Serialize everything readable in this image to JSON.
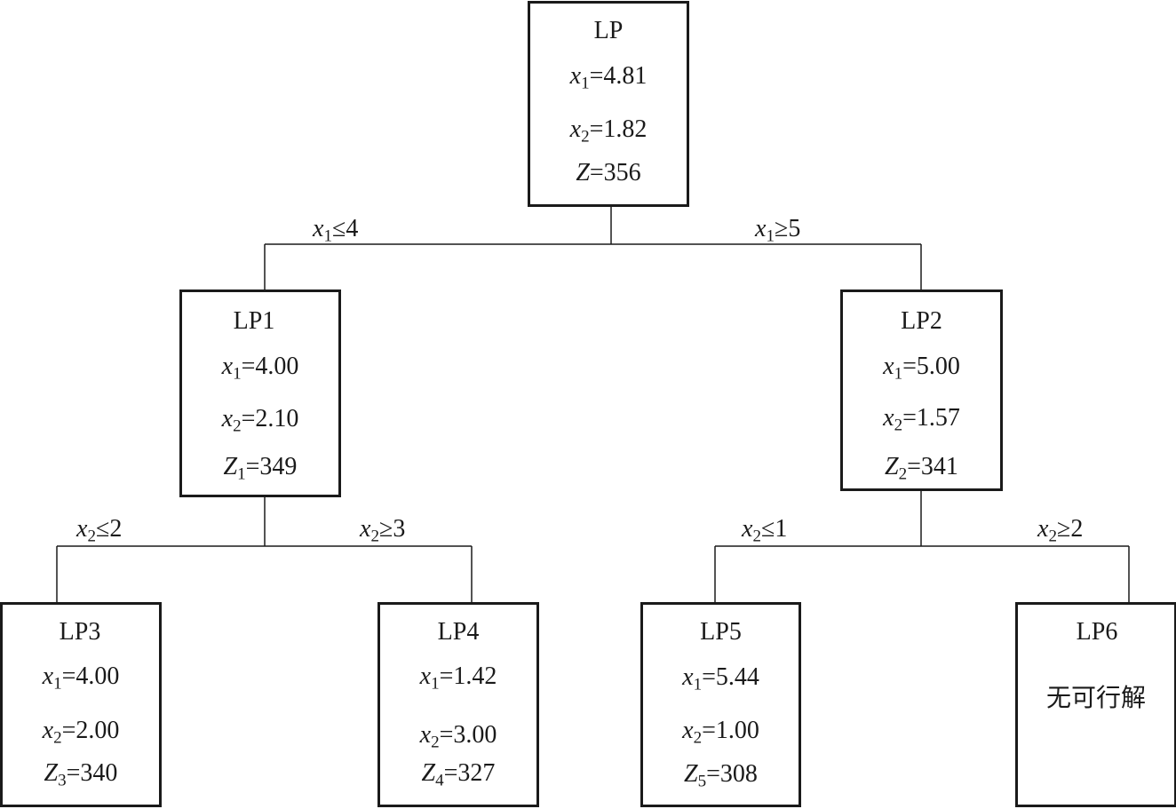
{
  "nodes": {
    "root": {
      "title": "LP",
      "x1": "=4.81",
      "x2": "=1.82",
      "z": "=356",
      "z_sub": ""
    },
    "lp1": {
      "title": "LP1",
      "x1": "=4.00",
      "x2": "=2.10",
      "z": "=349",
      "z_sub": "1"
    },
    "lp2": {
      "title": "LP2",
      "x1": "=5.00",
      "x2": "=1.57",
      "z": "=341",
      "z_sub": "2"
    },
    "lp3": {
      "title": "LP3",
      "x1": "=4.00",
      "x2": "=2.00",
      "z": "=340",
      "z_sub": "3"
    },
    "lp4": {
      "title": "LP4",
      "x1": "=1.42",
      "x2": "=3.00",
      "z": "=327",
      "z_sub": "4"
    },
    "lp5": {
      "title": "LP5",
      "x1": "=5.44",
      "x2": "=1.00",
      "z": "=308",
      "z_sub": "5"
    },
    "lp6": {
      "title": "LP6",
      "infeasible": "无可行解"
    }
  },
  "symbols": {
    "x": "x",
    "z": "Z",
    "sub1": "1",
    "sub2": "2"
  },
  "branches": {
    "root_left": {
      "var_sub": "1",
      "rel": "≤4"
    },
    "root_right": {
      "var_sub": "1",
      "rel": "≥5"
    },
    "lp1_left": {
      "var_sub": "2",
      "rel": "≤2"
    },
    "lp1_right": {
      "var_sub": "2",
      "rel": "≥3"
    },
    "lp2_left": {
      "var_sub": "2",
      "rel": "≤1"
    },
    "lp2_right": {
      "var_sub": "2",
      "rel": "≥2"
    }
  }
}
